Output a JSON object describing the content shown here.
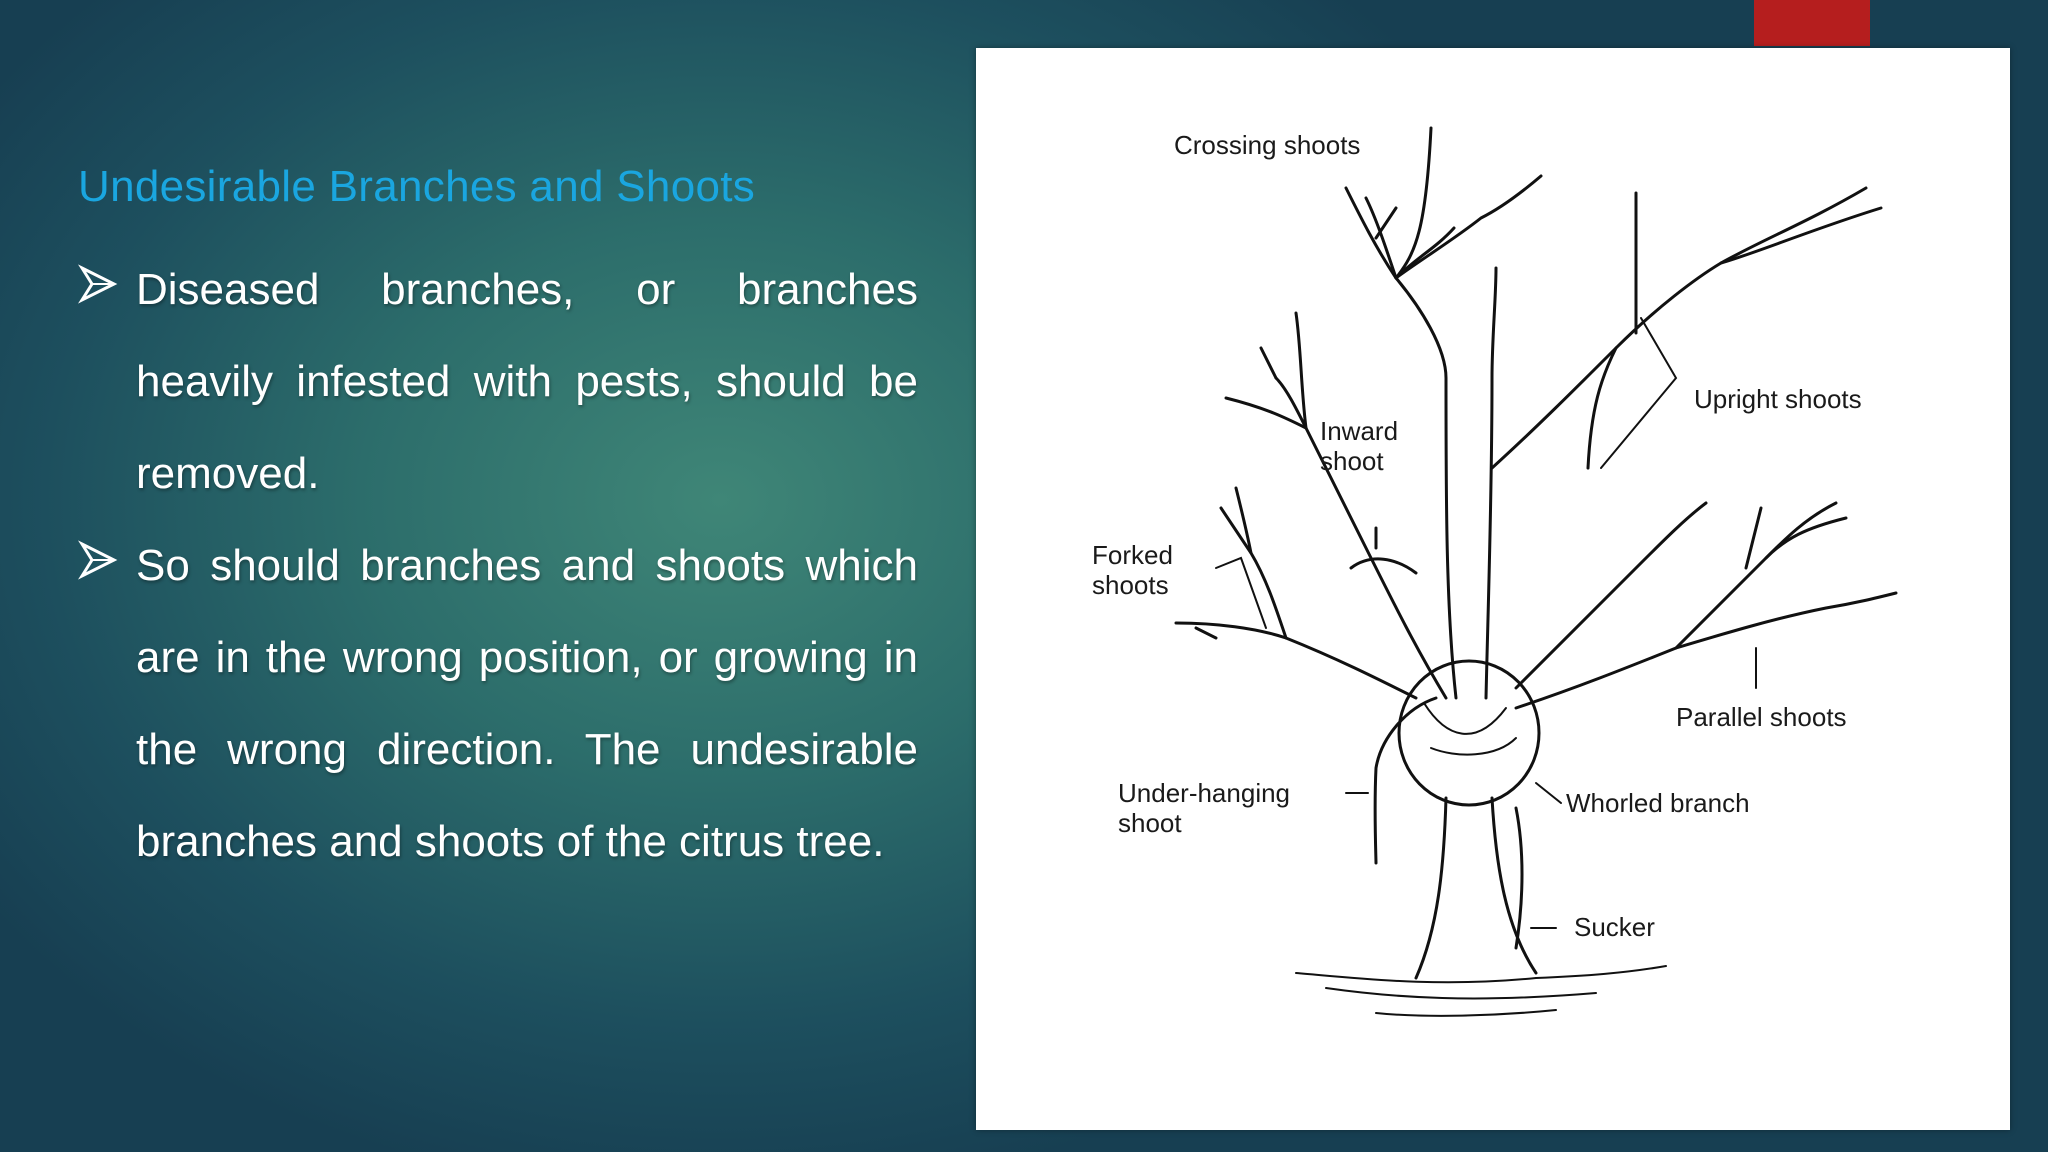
{
  "slide": {
    "heading": "Undesirable Branches and Shoots",
    "bullets": [
      "Diseased branches, or branches heavily infested with pests, should be removed.",
      "So should branches and shoots which are in the wrong position, or growing in the wrong direction. The undesirable branches and shoots of the citrus tree."
    ],
    "colors": {
      "heading": "#1aa6e0",
      "accent_tab": "#b51e1e",
      "bullet_arrow": "#ffffff"
    }
  },
  "diagram": {
    "labels": {
      "crossing": "Crossing shoots",
      "upright": "Upright shoots",
      "inward_1": "Inward",
      "inward_2": "shoot",
      "forked_1": "Forked",
      "forked_2": "shoots",
      "parallel": "Parallel shoots",
      "underhanging_1": "Under-hanging",
      "underhanging_2": "shoot",
      "whorled": "Whorled branch",
      "sucker": "Sucker"
    }
  }
}
